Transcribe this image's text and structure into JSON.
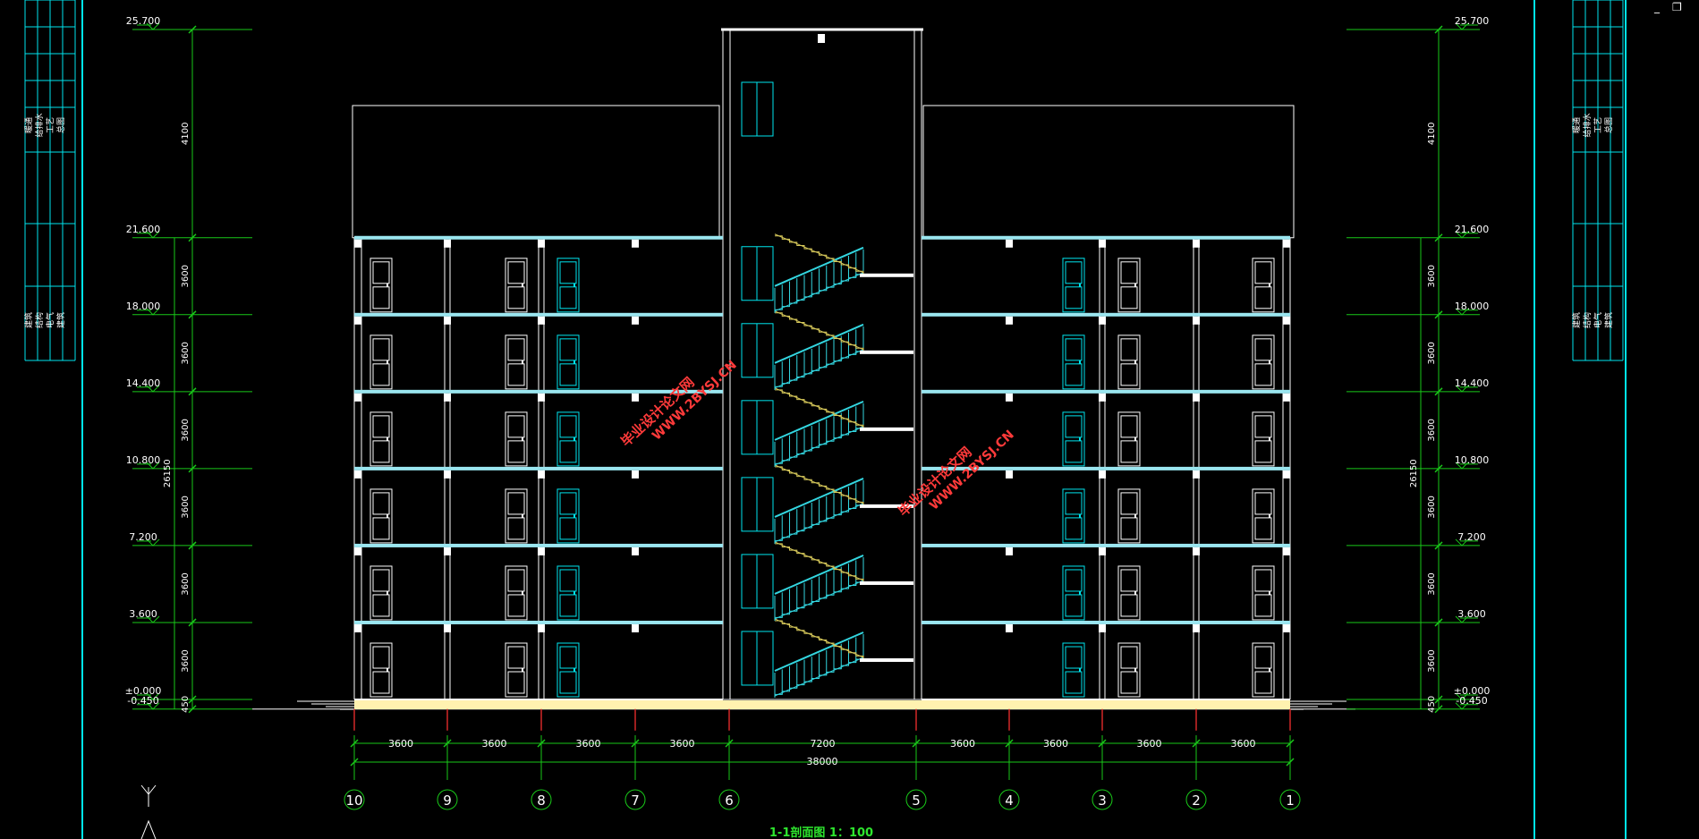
{
  "window_controls": {
    "minimize": "_",
    "restore": "❐"
  },
  "caption": "1-1剖面图 1：100",
  "watermark": {
    "line1": "毕业设计论文网",
    "line2": "WWW.2BYSJ.CN"
  },
  "left_title_block": {
    "upper": [
      "暖通",
      "给排水",
      "工艺",
      "总图"
    ],
    "lower": [
      "建筑",
      "结构",
      "电气",
      "建筑"
    ]
  },
  "right_title_block": {
    "upper": [
      "暖通",
      "给排水",
      "工艺",
      "总图"
    ],
    "lower": [
      "建筑",
      "结构",
      "电气",
      "建筑"
    ]
  },
  "levels": [
    {
      "label": "25.700",
      "value": 25.7
    },
    {
      "label": "21.600",
      "value": 21.6
    },
    {
      "label": "18.000",
      "value": 18.0
    },
    {
      "label": "14.400",
      "value": 14.4
    },
    {
      "label": "10.800",
      "value": 10.8
    },
    {
      "label": "7.200",
      "value": 7.2
    },
    {
      "label": "3.600",
      "value": 3.6
    },
    {
      "label": "±0.000",
      "value": 0.0
    },
    {
      "label": "-0.450",
      "value": -0.45
    }
  ],
  "segment_dims": [
    "4100",
    "3600",
    "3600",
    "3600",
    "3600",
    "3600",
    "3600",
    "450"
  ],
  "total_height_dim": "26150",
  "axes": [
    {
      "label": "10",
      "dim": "3600"
    },
    {
      "label": "9",
      "dim": "3600"
    },
    {
      "label": "8",
      "dim": "3600"
    },
    {
      "label": "7",
      "dim": "3600"
    },
    {
      "label": "6",
      "dim": "7200"
    },
    {
      "label": "5",
      "dim": "3600"
    },
    {
      "label": "4",
      "dim": "3600"
    },
    {
      "label": "3",
      "dim": "3600"
    },
    {
      "label": "2",
      "dim": "3600"
    },
    {
      "label": "1",
      "dim": ""
    }
  ],
  "total_width_dim": "38000",
  "floors": 6,
  "colors": {
    "background": "#000000",
    "outline": "#ffffff",
    "slab": "#9ae6f0",
    "dimension": "#19c819",
    "cyan": "#00e5ee",
    "gridline": "#d22828",
    "stair_cyan": "#33d6e0",
    "stair_yellow": "#d6c85a",
    "watermark": "#ff3a3a",
    "caption": "#2ee62e",
    "text": "#ffffff",
    "ground": "#fff2b0"
  },
  "ucs_icon": "ucs-icon"
}
